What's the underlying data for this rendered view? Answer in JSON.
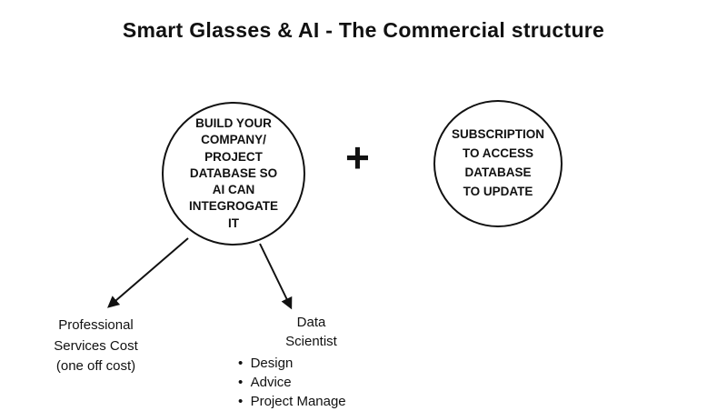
{
  "title": "Smart Glasses & AI - The Commercial structure",
  "diagram": {
    "build_circle_text": "BUILD YOUR\nCOMPANY/\nPROJECT\nDATABASE SO\nAI CAN\nINTEGROGATE\nIT",
    "plus_sign": "+",
    "subscription_circle_text": "SUBSCRIPTION\nTO ACCESS\nDATABASE\nTO UPDATE",
    "professional_services_label": "Professional\nServices Cost\n(one off cost)",
    "data_scientist": {
      "heading": "Data\nScientist",
      "bullets": [
        "Design",
        "Advice",
        "Project Manage"
      ]
    }
  },
  "colors": {
    "ink": "#111111",
    "background": "#ffffff"
  }
}
